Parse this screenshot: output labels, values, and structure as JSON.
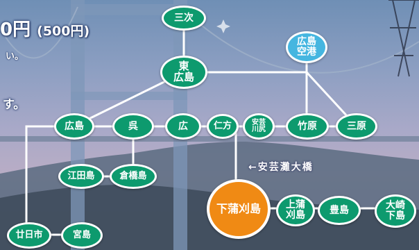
{
  "header": {
    "price_main": "0円",
    "price_sub": "(500円)",
    "fragment_1": "い。",
    "fragment_2": "す。"
  },
  "bridge_label": "←安芸灘大橋",
  "colors": {
    "node_green": "#0d9a6e",
    "node_airport": "#45b6e0",
    "node_main": "#f08a14",
    "line": "#ffffff"
  },
  "nodes": {
    "miyoshi": "三次",
    "higashihiroshima": "東\n広島",
    "airport": "広島\n空港",
    "hiroshima": "広島",
    "kure": "呉",
    "hiro": "広",
    "nikata": "仁方",
    "akikawajiri": "安芸\n川尻",
    "takehara": "竹原",
    "mihara": "三原",
    "etajima": "江田島",
    "kurahashijima": "倉橋島",
    "hatsukaichi": "廿日市",
    "miyajima": "宮島",
    "shimokamagari": "下蒲刈島",
    "kamikamagari": "上蒲\n刈島",
    "toyoshima": "豊島",
    "osakishimojima": "大崎\n下島"
  }
}
